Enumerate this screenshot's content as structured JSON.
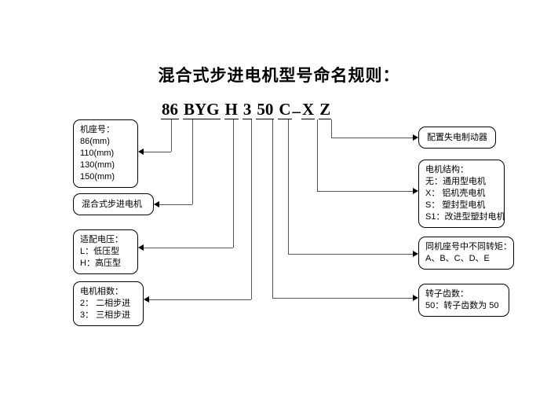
{
  "title": "混合式步进电机型号命名规则：",
  "model_code": {
    "segments": [
      {
        "id": "frame-size",
        "text": "86"
      },
      {
        "id": "series",
        "text": "BYG"
      },
      {
        "id": "voltage",
        "text": "H"
      },
      {
        "id": "phases",
        "text": "3"
      },
      {
        "id": "rotor-teeth",
        "text": "50"
      },
      {
        "id": "torque",
        "text": "C"
      },
      {
        "id": "structure",
        "text": "X"
      },
      {
        "id": "brake",
        "text": "Z"
      }
    ],
    "separator": "–"
  },
  "boxes": {
    "frame_size": {
      "lines": [
        "机座号：",
        "86(mm)",
        "110(mm)",
        "130(mm)",
        "150(mm)"
      ]
    },
    "series": {
      "lines": [
        "混合式步进电机"
      ]
    },
    "voltage": {
      "lines": [
        "适配电压：",
        "L：低压型",
        "H：高压型"
      ]
    },
    "phases": {
      "lines": [
        "电机相数：",
        "2：  二相步进",
        "3：  三相步进"
      ]
    },
    "brake": {
      "lines": [
        "配置失电制动器"
      ]
    },
    "structure": {
      "lines": [
        "电机结构：",
        "无：通用型电机",
        "X：  铝机壳电机",
        "S：  塑封型电机",
        "S1：改进型塑封电机"
      ]
    },
    "torque": {
      "lines": [
        "同机座号中不同转矩：",
        "A、B、C、D、E"
      ]
    },
    "rotor_teeth": {
      "lines": [
        "转子齿数：",
        "50：转子齿数为 50"
      ]
    }
  },
  "colors": {
    "line": "#555555",
    "box_border": "#000000",
    "text": "#000000",
    "background": "#ffffff"
  }
}
